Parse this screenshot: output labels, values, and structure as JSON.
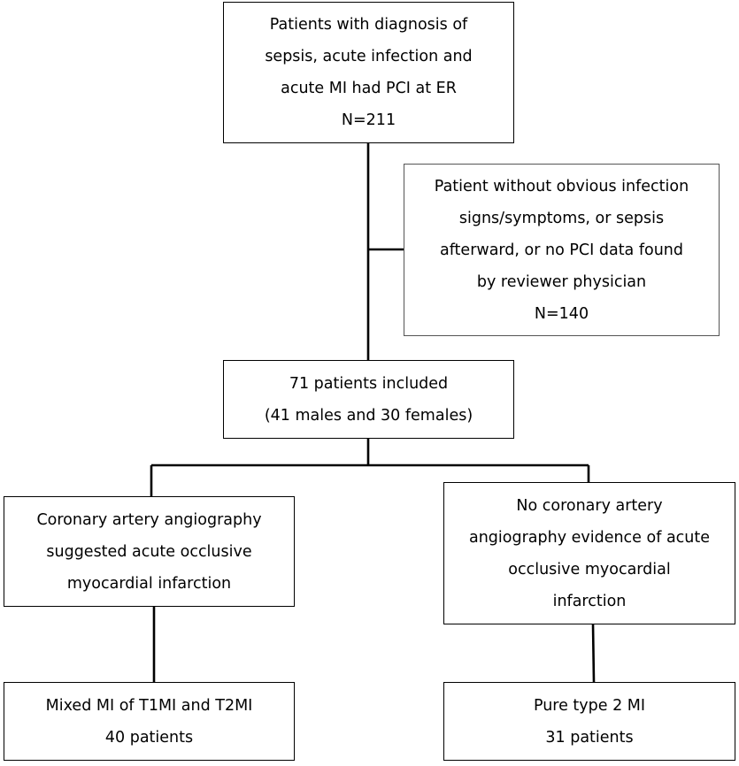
{
  "flowchart": {
    "start": {
      "lines": [
        "Patients with diagnosis of",
        "sepsis, acute infection and",
        "acute MI had PCI at ER",
        "N=211"
      ]
    },
    "excluded": {
      "lines": [
        "Patient without obvious infection",
        "signs/symptoms, or sepsis",
        "afterward, or no PCI data found",
        "by reviewer physician",
        "N=140"
      ]
    },
    "included": {
      "lines": [
        "71 patients included",
        "(41 males and 30 females)"
      ]
    },
    "occlusive": {
      "lines": [
        "Coronary artery angiography",
        "suggested acute occlusive",
        "myocardial infarction"
      ]
    },
    "non_occlusive": {
      "lines": [
        "No coronary artery",
        "angiography evidence of acute",
        "occlusive myocardial",
        "infarction"
      ]
    },
    "mixed_mi": {
      "lines": [
        "Mixed MI of T1MI and T2MI",
        "40 patients"
      ]
    },
    "pure_t2mi": {
      "lines": [
        "Pure type 2 MI",
        "31 patients"
      ]
    }
  }
}
